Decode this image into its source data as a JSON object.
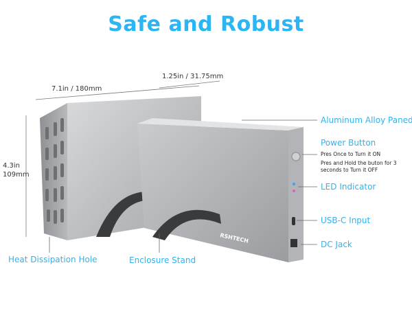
{
  "title": "Safe and Robust",
  "dimensions": {
    "length": "7.1in / 180mm",
    "width": "1.25in / 31.75mm",
    "height_in": "4.3in",
    "height_mm": "109mm"
  },
  "callouts": {
    "aluminum": "Aluminum Alloy Paned",
    "power": "Power Button",
    "power_desc1": "Pres Once to Turn it ON",
    "power_desc2": "Pres and Hold the buton for 3 seconds to Turn it OFF",
    "led": "LED Indicator",
    "usbc": "USB-C Input",
    "dc": "DC Jack",
    "heat": "Heat Dissipation Hole",
    "stand": "Enclosure Stand"
  },
  "product": {
    "brand": "RSHTECH",
    "led_colors": [
      "#3aa0ff",
      "#e060c0"
    ]
  },
  "colors": {
    "accent": "#2bb5f2"
  }
}
